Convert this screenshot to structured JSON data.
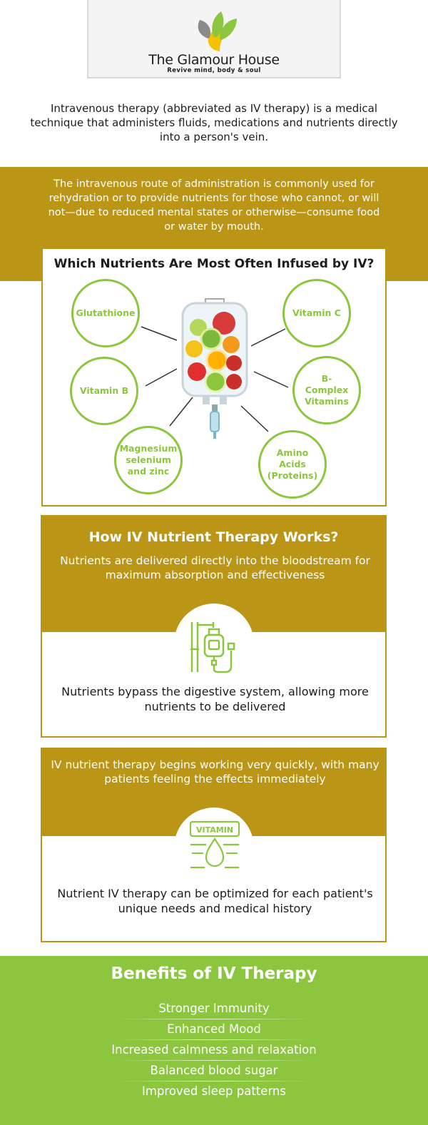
{
  "brand": {
    "name": "The Glamour House",
    "tagline": "Revive mind, body & soul"
  },
  "intro": "Intravenous therapy (abbreviated as IV therapy) is a medical technique that administers fluids, medications and nutrients directly into a person's vein.",
  "route_text": "The intravenous route of administration is commonly used for rehydration or to provide nutrients for those who cannot, or will not—due to reduced mental states or otherwise—consume food or water by mouth.",
  "nutrients": {
    "title": "Which Nutrients Are Most Often Infused by IV?",
    "items": [
      "Glutathione",
      "Vitamin C",
      "Vitamin B",
      "B-Complex Vitamins",
      "Magnesium selenium and zinc",
      "Amino Acids (Proteins)"
    ]
  },
  "how": {
    "title": "How IV Nutrient Therapy Works?",
    "subtitle": "Nutrients are delivered directly into the bloodstream for maximum absorption and effectiveness",
    "body": "Nutrients bypass the digestive system, allowing more nutrients to be delivered",
    "icon": "iv-drip-icon"
  },
  "quick": {
    "subtitle": "IV nutrient therapy begins working very quickly, with many patients feeling the effects immediately",
    "icon_label": "VITAMIN",
    "body": "Nutrient IV therapy can be optimized for each patient's unique needs and medical history",
    "icon": "vitamin-drop-icon"
  },
  "benefits": {
    "title": "Benefits of IV Therapy",
    "items": [
      "Stronger Immunity",
      "Enhanced Mood",
      "Increased calmness and relaxation",
      "Balanced blood sugar",
      "Improved sleep patterns"
    ]
  },
  "colors": {
    "gold": "#bb9516",
    "green": "#8cc63f",
    "text": "#1d1d1b",
    "white": "#ffffff"
  }
}
